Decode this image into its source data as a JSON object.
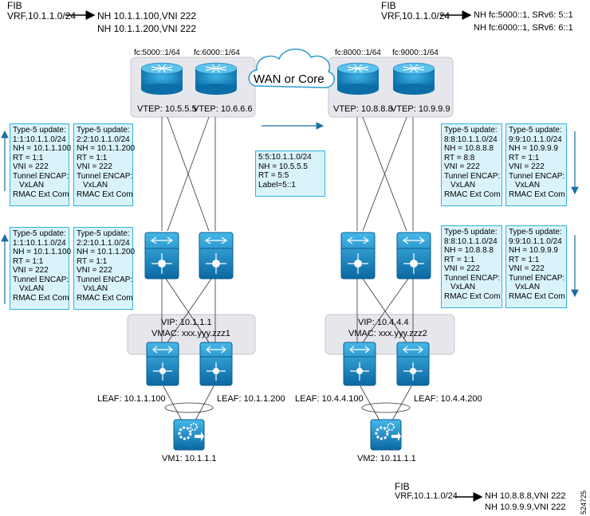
{
  "fib_top_left": {
    "title": "FIB",
    "line1_prefix": "VRF,10.1.1.0/24",
    "line1_nh": "NH 10.1.1.100,VNI 222",
    "line2_nh": "NH 10.1.1.200,VNI 222"
  },
  "fib_top_right": {
    "title": "FIB",
    "line1_prefix": "VRF,10.1.1.0/24",
    "line1_nh": "NH fc:5000::1, SRv6: 5::1",
    "line2_nh": "NH fc:6000::1, SRv6: 6::1"
  },
  "fib_bottom": {
    "title": "FIB",
    "line1_prefix": "VRF,10.1.1.0/24",
    "line1_nh": "NH 10.8.8.8,VNI 222",
    "line2_nh": "NH 10.9.9.9,VNI 222"
  },
  "wan_label": "WAN or Core",
  "figure_id": "524725",
  "routers": [
    {
      "prefix": "fc:5000::1/64",
      "vtep": "VTEP: 10.5.5.5"
    },
    {
      "prefix": "fc:6000::1/64",
      "vtep": "VTEP: 10.6.6.6"
    },
    {
      "prefix": "fc:8000::1/64",
      "vtep": "VTEP: 10.8.8.8"
    },
    {
      "prefix": "fc:9000::1/64",
      "vtep": "VTEP: 10.9.9.9"
    }
  ],
  "center_update": [
    "5:5:10.1.1.0/24",
    "NH = 10.5.5.5",
    "RT = 5:5",
    "Label=5::1"
  ],
  "updates": {
    "left_top_1": [
      "Type-5 update:",
      "1:1:10.1.1.0/24",
      "NH = 10.1.1.100",
      "RT = 1:1",
      "VNI = 222",
      "Tunnel ENCAP:",
      "VxLAN",
      "RMAC Ext Com"
    ],
    "left_top_2": [
      "Type-5 update:",
      "2:2:10.1.1.0/24",
      "NH = 10.1.1.200",
      "RT = 1:1",
      "VNI = 222",
      "Tunnel ENCAP:",
      "VxLAN",
      "RMAC Ext Com"
    ],
    "left_bot_1": [
      "Type-5 update:",
      "1:1:10.1.1.0/24",
      "NH = 10.1.1.100",
      "RT = 1:1",
      "VNI = 222",
      "Tunnel ENCAP:",
      "VxLAN",
      "RMAC Ext Com"
    ],
    "left_bot_2": [
      "Type-5 update:",
      "2:2:10.1.1.0/24",
      "NH = 10.1.1.200",
      "RT = 1:1",
      "VNI = 222",
      "Tunnel ENCAP:",
      "VxLAN",
      "RMAC Ext Com"
    ],
    "right_top_1": [
      "Type-5 update:",
      "8:8:10.1.1.0/24",
      "NH = 10.8.8.8",
      "RT = 8:8",
      "VNI = 222",
      "Tunnel ENCAP:",
      "VxLAN",
      "RMAC Ext Com"
    ],
    "right_top_2": [
      "Type-5 update:",
      "9:9:10.1.1.0/24",
      "NH = 10.9.9.9",
      "RT = 1:1",
      "VNI = 222",
      "Tunnel ENCAP:",
      "VxLAN",
      "RMAC Ext Com"
    ],
    "right_bot_1": [
      "Type-5 update:",
      "8:8:10.1.1.0/24",
      "NH = 10.8.8.8",
      "RT = 1:1",
      "VNI = 222",
      "Tunnel ENCAP:",
      "VxLAN",
      "RMAC Ext Com"
    ],
    "right_bot_2": [
      "Type-5 update:",
      "9:9:10.1.1.0/24",
      "NH = 10.9.9.9",
      "RT = 1:1",
      "VNI = 222",
      "Tunnel ENCAP:",
      "VxLAN",
      "RMAC Ext Com"
    ]
  },
  "vpc_left": {
    "vip": "VIP: 10.1.1.1",
    "vmac": "VMAC: xxx.yyy.zzz1"
  },
  "vpc_right": {
    "vip": "VIP: 10.4.4.4",
    "vmac": "VMAC: xxx.yyy.zzz2"
  },
  "leafs": [
    "LEAF: 10.1.1.100",
    "LEAF: 10.1.1.200",
    "LEAF: 10.4.4.100",
    "LEAF: 10.4.4.200"
  ],
  "vms": [
    "VM1: 10.1.1.1",
    "VM2: 10.11.1.1"
  ],
  "colors": {
    "accent": "#1a8fc3",
    "box_fill": "#d9f3fb",
    "box_border": "#36b1d9",
    "group_fill": "#e6e7ec"
  }
}
